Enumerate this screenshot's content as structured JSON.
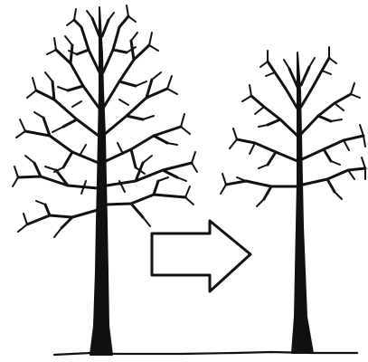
{
  "diagram": {
    "trees": [
      {
        "state": "before",
        "icon": "bare-tree-dense-icon"
      },
      {
        "state": "after",
        "icon": "bare-tree-pruned-icon"
      }
    ],
    "arrow": {
      "direction": "right",
      "icon": "outline-arrow-right-icon"
    },
    "colors": {
      "ink": "#111111",
      "background": "#ffffff"
    }
  }
}
